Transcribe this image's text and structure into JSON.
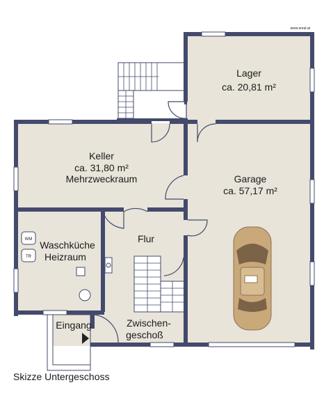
{
  "watermark": "www.sreal.at",
  "rooms": {
    "lager": {
      "name": "Lager",
      "area": "ca. 20,81 m²"
    },
    "keller": {
      "name": "Keller",
      "area": "ca. 31,80 m²",
      "use": "Mehrzweckraum"
    },
    "garage": {
      "name": "Garage",
      "area": "ca. 57,17 m²"
    },
    "waschkueche": {
      "line1": "Waschküche",
      "line2": "Heizraum"
    },
    "flur": {
      "name": "Flur"
    },
    "zwischengeschoss": {
      "line1": "Zwischen-",
      "line2": "geschoß"
    },
    "eingang": {
      "name": "Eingang"
    }
  },
  "appliances": {
    "washer": "WM",
    "dryer": "TR"
  },
  "caption": "Skizze Untergeschoss",
  "colors": {
    "wall": "#434a6b",
    "floor": "#e8e4da",
    "window": "#ffffff",
    "car": "#c9a87a"
  }
}
